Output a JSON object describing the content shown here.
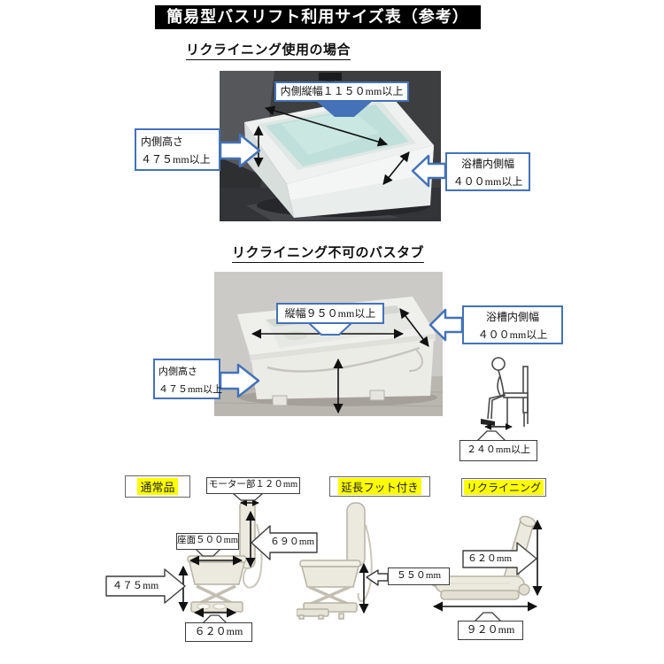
{
  "title": "簡易型バスリフト利用サイズ表（参考）",
  "section_reclining": {
    "heading": "リクライニング使用の場合",
    "inner_length": "内側縦幅１１５０mm以上",
    "inner_height_label": "内側高さ",
    "inner_height_value": "４７５mm以上",
    "inner_width_label": "浴槽内側幅",
    "inner_width_value": "４００mm以上"
  },
  "section_no_reclining": {
    "heading": "リクライニング不可のバスタブ",
    "length": "縦幅９５０mm以上",
    "inner_width_label": "浴槽内側幅",
    "inner_width_value": "４００mm以上",
    "inner_height_label": "内側高さ",
    "inner_height_value": "４７５mm以上",
    "seat_clearance": "２４０mm以上"
  },
  "products": {
    "normal": {
      "label": "通常品",
      "motor": "モーター部１２０mm",
      "seat": "座面５００mm",
      "back_height": "６９０mm",
      "seat_height": "４７５mm",
      "base_width": "６２０mm"
    },
    "extended_foot": {
      "label": "延長フット付き",
      "height": "５５０mm"
    },
    "reclining": {
      "label": "リクライニング",
      "back_length": "６２０mm",
      "total_length": "９２０mm"
    }
  },
  "colors": {
    "callout_blue": "#4472b8",
    "highlight_yellow": "#ffff00",
    "title_bg": "#000000",
    "title_fg": "#ffffff"
  }
}
